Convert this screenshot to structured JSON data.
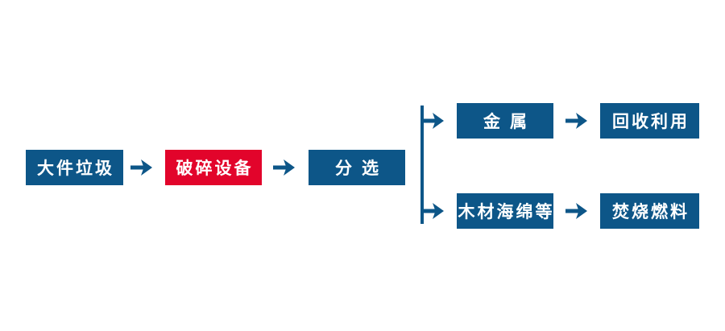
{
  "colors": {
    "node_blue": "#0d5688",
    "node_red": "#e2042b",
    "arrow_blue": "#0d5688",
    "node_text": "#ffffff",
    "background": "#ffffff"
  },
  "flowchart": {
    "nodes": [
      {
        "id": "bulky-waste",
        "label": "大件垃圾",
        "color": "blue"
      },
      {
        "id": "crushing-equipment",
        "label": "破碎设备",
        "color": "red"
      },
      {
        "id": "sorting",
        "label": "分选",
        "color": "blue"
      },
      {
        "id": "metal",
        "label": "金属",
        "color": "blue"
      },
      {
        "id": "recycling",
        "label": "回收利用",
        "color": "blue"
      },
      {
        "id": "wood-sponge-etc",
        "label": "木材海绵等",
        "color": "blue"
      },
      {
        "id": "incineration-fuel",
        "label": "焚烧燃料",
        "color": "blue"
      }
    ],
    "edges": [
      {
        "from": "大件垃圾",
        "to": "破碎设备"
      },
      {
        "from": "破碎设备",
        "to": "分选"
      },
      {
        "from": "分选",
        "to": "金属"
      },
      {
        "from": "分选",
        "to": "木材海绵等"
      },
      {
        "from": "金属",
        "to": "回收利用"
      },
      {
        "from": "木材海绵等",
        "to": "焚烧燃料"
      }
    ]
  }
}
